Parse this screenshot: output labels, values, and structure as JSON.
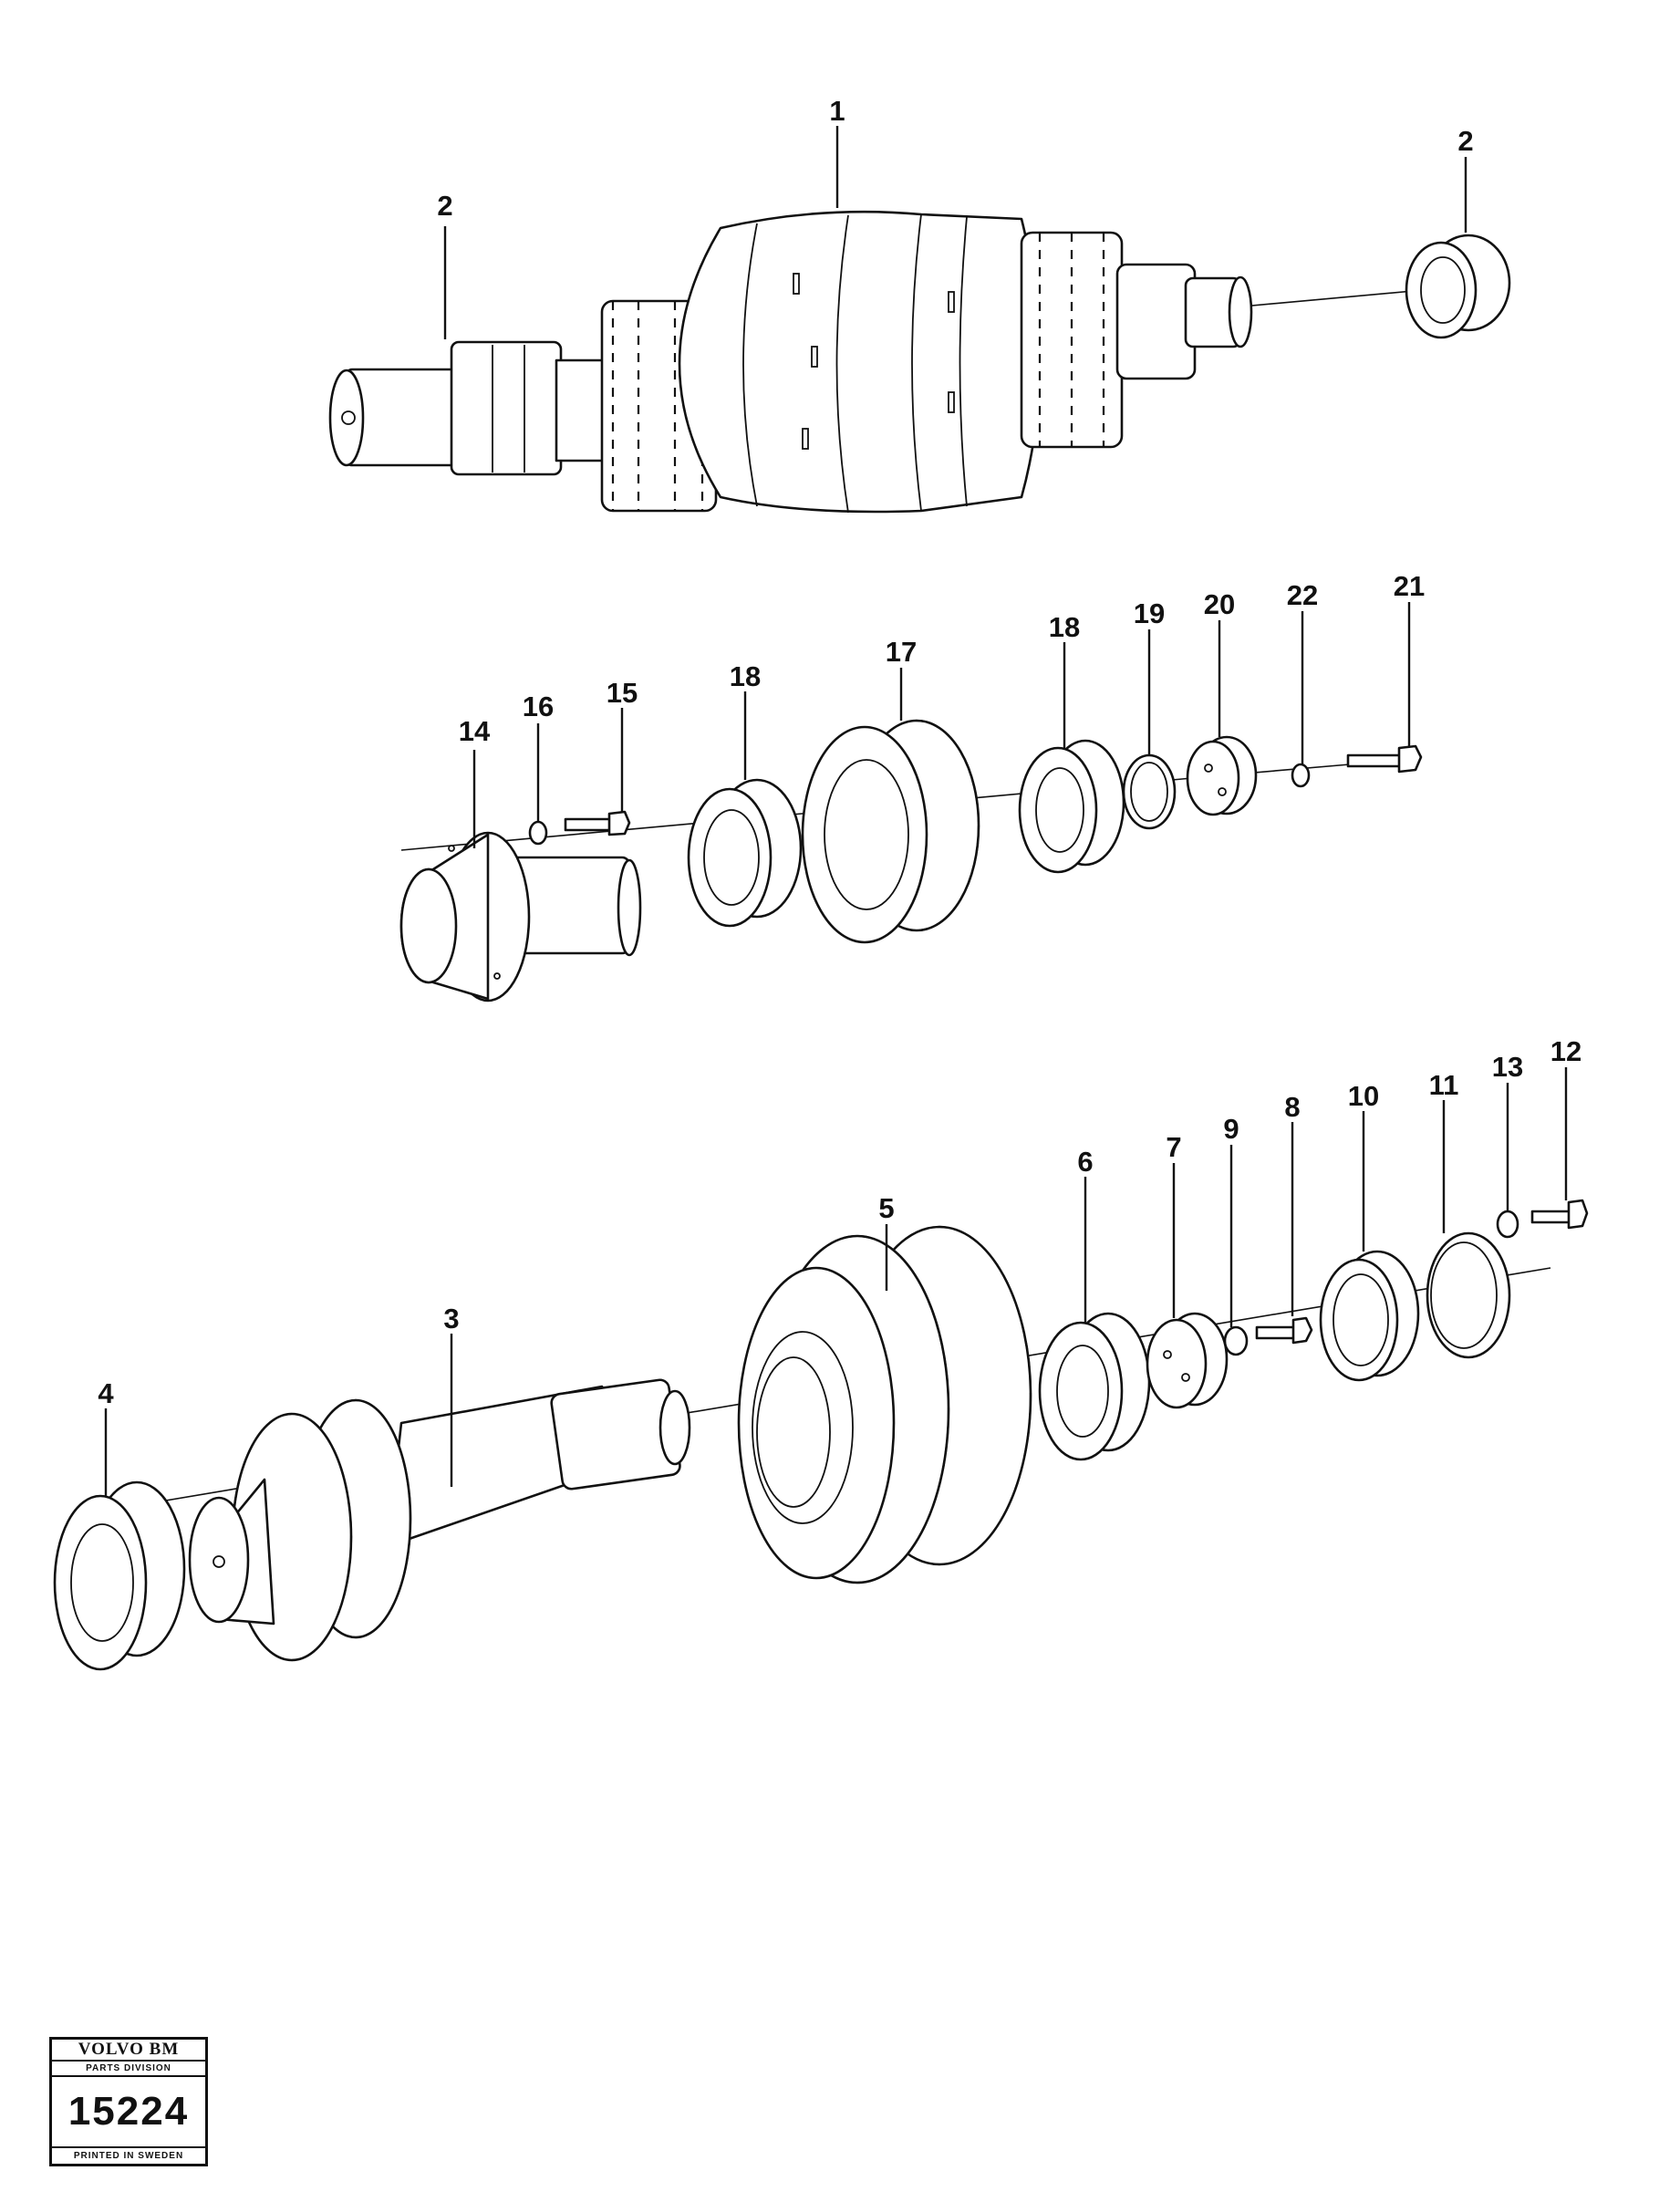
{
  "callouts": {
    "c1": "1",
    "c2a": "2",
    "c2b": "2",
    "c3": "3",
    "c4": "4",
    "c5": "5",
    "c6": "6",
    "c7": "7",
    "c8": "8",
    "c9": "9",
    "c10": "10",
    "c11": "11",
    "c12": "12",
    "c13": "13",
    "c14": "14",
    "c15": "15",
    "c16": "16",
    "c17": "17",
    "c18a": "18",
    "c18b": "18",
    "c19": "19",
    "c20": "20",
    "c21": "21",
    "c22": "22"
  },
  "stamp": {
    "brand": "VOLVO BM",
    "division": "PARTS DIVISION",
    "number": "15224",
    "printed": "PRINTED IN SWEDEN"
  }
}
